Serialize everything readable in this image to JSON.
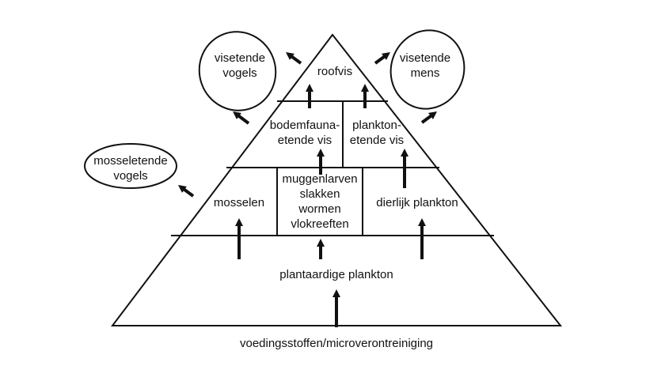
{
  "colors": {
    "stroke": "#111111",
    "background": "#ffffff"
  },
  "bottom": {
    "source": "voedingsstoffen/microverontreiniging"
  },
  "levels": {
    "base": "plantaardige plankton",
    "mussels": "mosselen",
    "benthic_lines": [
      "muggenlarven",
      "slakken",
      "wormen",
      "vlokreeften"
    ],
    "zooplankton": "dierlijk plankton",
    "benthic_fish_lines": [
      "bodemfauna-",
      "etende vis"
    ],
    "plankton_fish_lines": [
      "plankton-",
      "etende vis"
    ],
    "predator": "roofvis"
  },
  "consumers": {
    "mussel_birds_lines": [
      "mosseletende",
      "vogels"
    ],
    "fish_birds_lines": [
      "visetende",
      "vogels"
    ],
    "fish_humans_lines": [
      "visetende",
      "mens"
    ]
  }
}
